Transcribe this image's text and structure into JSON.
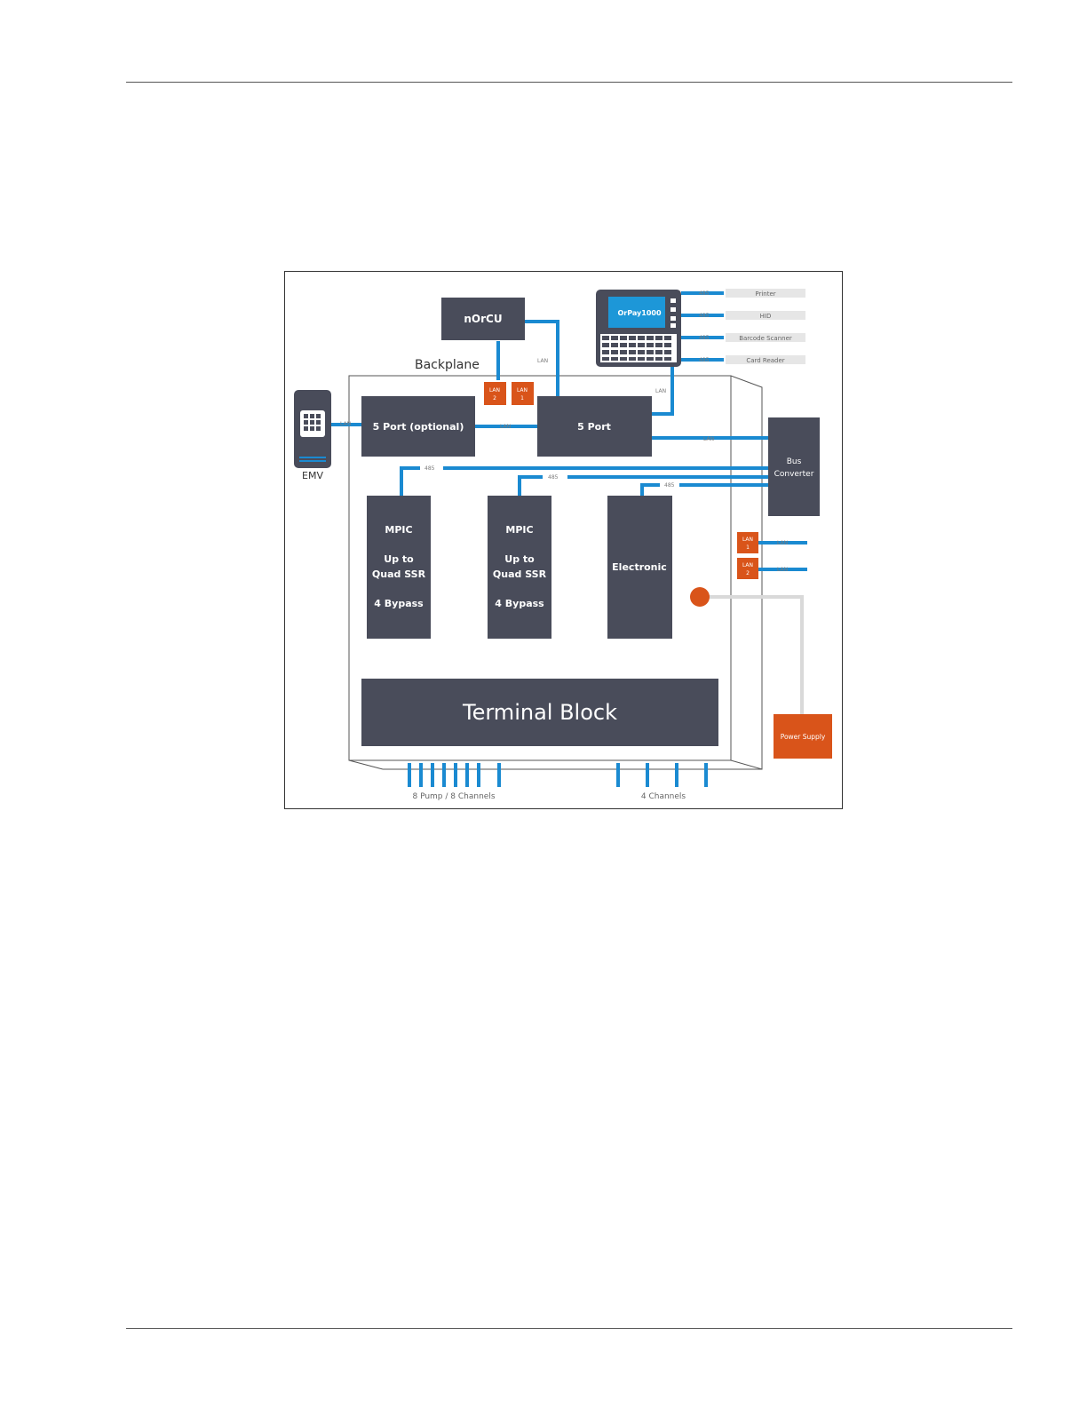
{
  "diagram": {
    "title_backplane": "Backplane",
    "norcu": "nOrCU",
    "orpay": "OrPay1000",
    "peripherals": [
      {
        "bus": "485",
        "label": "Printer"
      },
      {
        "bus": "485",
        "label": "HID"
      },
      {
        "bus": "485",
        "label": "Barcode Scanner"
      },
      {
        "bus": "485",
        "label": "Card Reader"
      }
    ],
    "emv": "EMV",
    "port5_optional": "5 Port (optional)",
    "port5": "5 Port",
    "bus_converter": [
      "Bus",
      "Converter"
    ],
    "mpic_1": [
      "MPIC",
      "Up to",
      "Quad SSR",
      "4 Bypass"
    ],
    "mpic_2": [
      "MPIC",
      "Up to",
      "Quad SSR",
      "4 Bypass"
    ],
    "electronic": "Electronic",
    "terminal_block": "Terminal Block",
    "power_supply": "Power Supply",
    "lan_badges_top": [
      [
        "LAN",
        "2"
      ],
      [
        "LAN",
        "1"
      ]
    ],
    "lan_badges_right": [
      [
        "LAN",
        "1"
      ],
      [
        "LAN",
        "2"
      ]
    ],
    "link_labels": {
      "lan": "LAN",
      "rs485": "485"
    },
    "bottom_labels": {
      "pumps": "8 Pump / 8 Channels",
      "channels": "4 Channels"
    },
    "colors": {
      "block": "#494c5a",
      "link": "#1a8ad1",
      "accent": "#d9541a",
      "screen": "#1d97d8"
    }
  }
}
